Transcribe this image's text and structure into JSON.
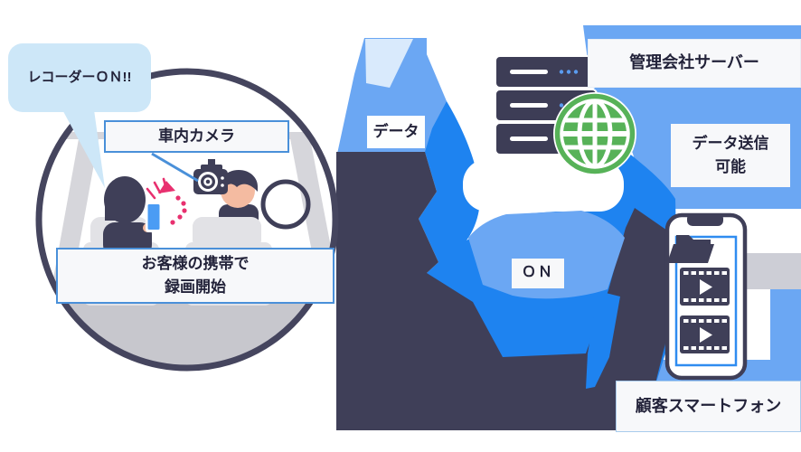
{
  "scene": {
    "speech_bubble": "レコーダーＯＮ!!",
    "camera_label": "車内カメラ",
    "passenger_label_line1": "お客様の携帯で",
    "passenger_label_line2": "録画開始"
  },
  "flow": {
    "data_label": "データ",
    "on_label": "ＯＮ",
    "server_label": "管理会社サーバー",
    "transfer_label_line1": "データ送信",
    "transfer_label_line2": "可能",
    "smartphone_label": "顧客スマートフォン"
  },
  "colors": {
    "navy": "#3f3f58",
    "bright": "#1e83f0",
    "light": "#6ba7f3",
    "pale": "#d9eafc",
    "bubble": "#cde7f8",
    "boxborder": "#4a90d9",
    "pink": "#e8306f",
    "green": "#57b258"
  }
}
